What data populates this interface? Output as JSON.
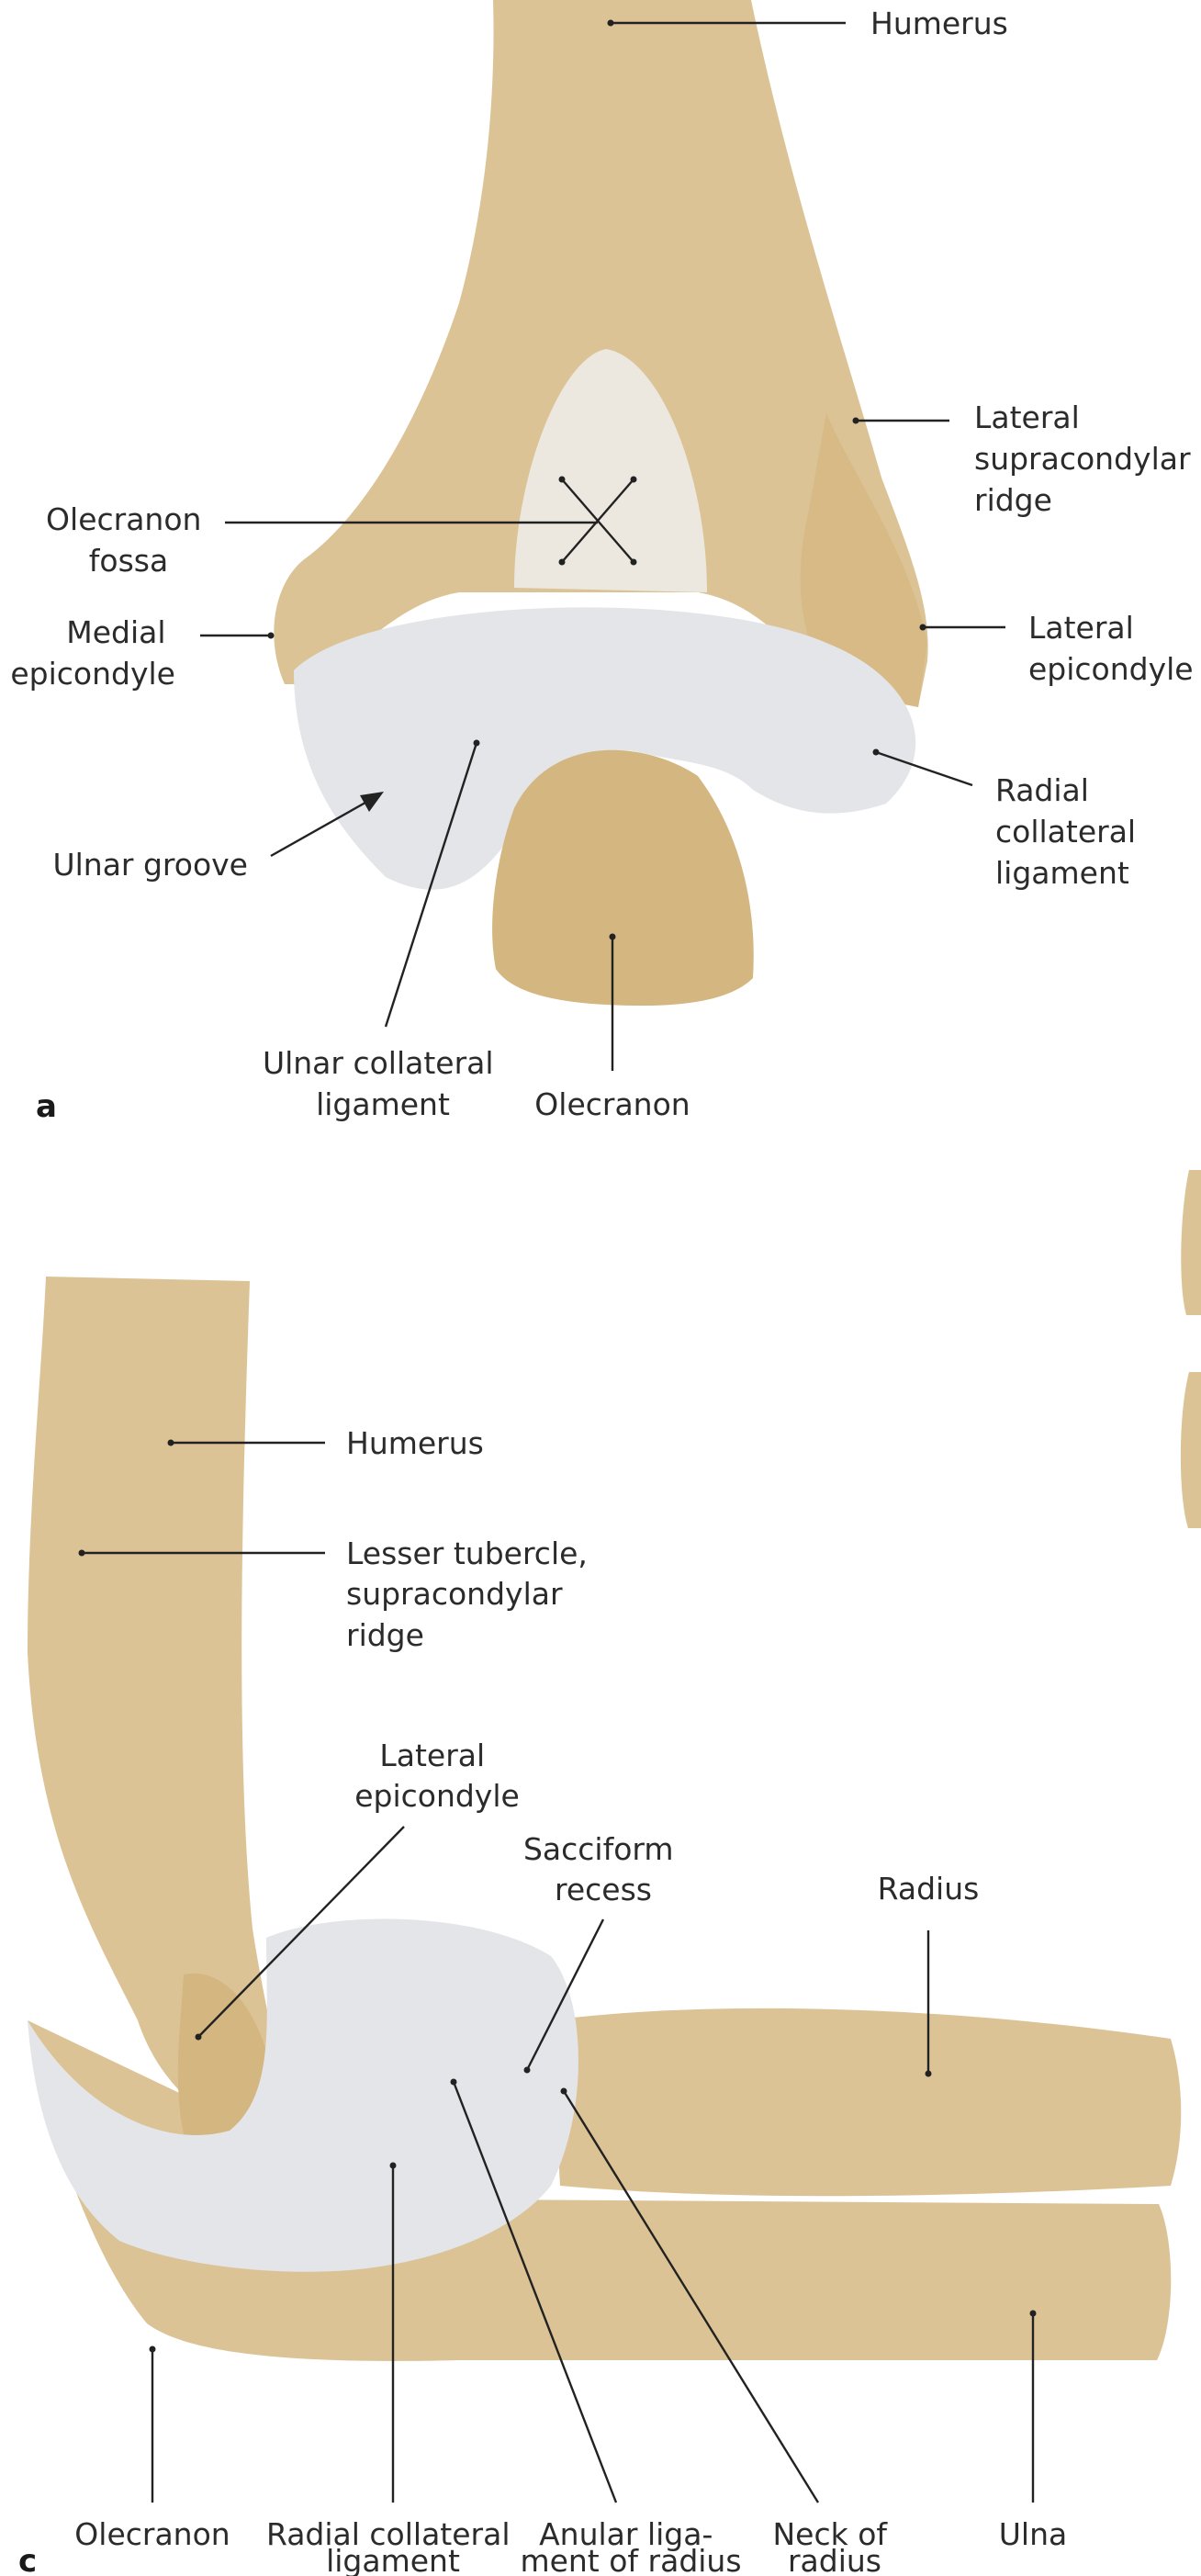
{
  "panel_a": {
    "panel_label": "a",
    "labels": {
      "humerus": [
        "Humerus"
      ],
      "lateral_supracondylar_ridge": [
        "Lateral",
        "supracondylar",
        "ridge"
      ],
      "olecranon_fossa": [
        "Olecranon",
        "fossa"
      ],
      "medial_epicondyle": [
        "Medial",
        "epicondyle"
      ],
      "lateral_epicondyle": [
        "Lateral",
        "epicondyle"
      ],
      "radial_collateral_ligament": [
        "Radial",
        "collateral",
        "ligament"
      ],
      "ulnar_groove": [
        "Ulnar groove"
      ],
      "ulnar_collateral_ligament": [
        "Ulnar collateral",
        "ligament"
      ],
      "olecranon": [
        "Olecranon"
      ]
    }
  },
  "panel_c": {
    "panel_label": "c",
    "labels": {
      "humerus": [
        "Humerus"
      ],
      "lesser_tubercle": [
        "Lesser tubercle,",
        "supracondylar",
        "ridge"
      ],
      "lateral_epicondyle": [
        "Lateral",
        "epicondyle"
      ],
      "sacciform_recess": [
        "Sacciform",
        "recess"
      ],
      "radius": [
        "Radius"
      ],
      "olecranon": [
        "Olecranon"
      ],
      "radial_collateral_ligament": [
        "Radial collateral",
        "ligament"
      ],
      "anular_ligament": [
        "Anular liga-",
        "ment of radius"
      ],
      "neck_of_radius": [
        "Neck of",
        "radius"
      ],
      "ulna": [
        "Ulna"
      ]
    }
  },
  "colors": {
    "bone": "#dcc395",
    "ligament": "#e3e5e8",
    "text": "#2b2b2b"
  }
}
